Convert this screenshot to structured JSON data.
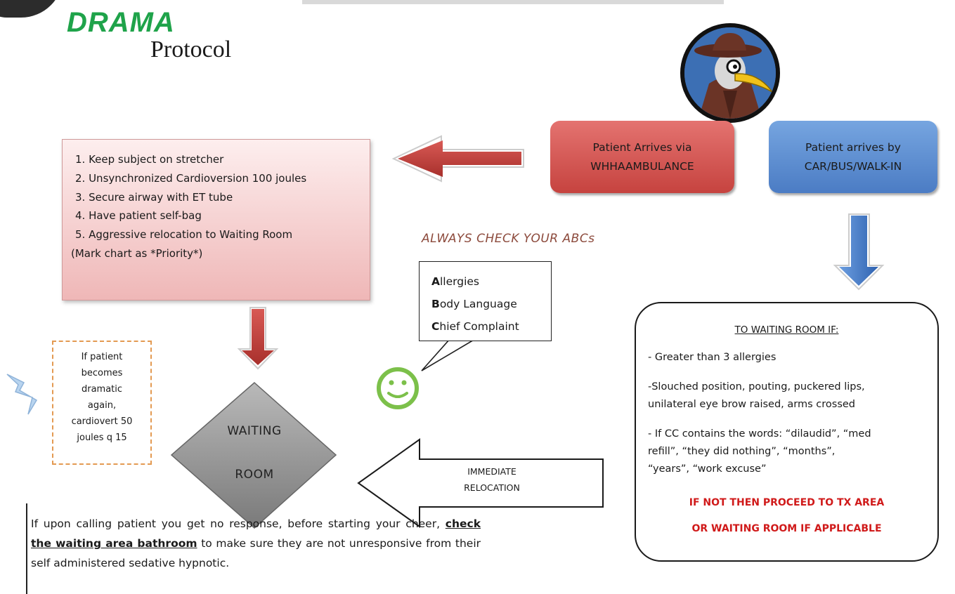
{
  "logo": {
    "word": "DRAMA",
    "subtitle": "Protocol"
  },
  "arrivals": {
    "ambulance": {
      "line1": "Patient Arrives via",
      "line2": "WHHAAMBULANCE"
    },
    "car": {
      "line1": "Patient arrives by",
      "line2": "CAR/BUS/WALK-IN"
    }
  },
  "steps": [
    "1.  Keep subject on stretcher",
    "2.  Unsynchronized Cardioversion 100 joules",
    "3.  Secure airway with ET tube",
    "4.  Have patient self-bag",
    "5.  Aggressive relocation to Waiting Room",
    "(Mark chart as *Priority*)"
  ],
  "abc": {
    "heading": "ALWAYS CHECK YOUR ABCs",
    "items": [
      {
        "initial": "A",
        "rest": "llergies"
      },
      {
        "initial": "B",
        "rest": "ody Language"
      },
      {
        "initial": "C",
        "rest": "hief Complaint"
      }
    ]
  },
  "dramatic_note": [
    "If patient",
    "becomes",
    "dramatic",
    "again,",
    "cardiovert 50",
    "joules q 15"
  ],
  "waiting_room": {
    "line1": "WAITING",
    "line2": "ROOM"
  },
  "relocation": {
    "line1": "IMMEDIATE",
    "line2": "RELOCATION"
  },
  "criteria": {
    "title": "TO WAITING ROOM IF:",
    "item1": "- Greater than 3 allergies",
    "item2_line1": "-Slouched position, pouting, puckered lips,",
    "item2_line2": "unilateral eye brow raised, arms crossed",
    "item3_line1": "- If CC contains the words:  “dilaudid”, “med",
    "item3_line2": "refill”, “they did nothing”, “months”,",
    "item3_line3": "“years”, “work excuse”",
    "red1": "IF NOT THEN PROCEED TO TX AREA",
    "red2": "OR WAITING ROOM IF APPLICABLE"
  },
  "bottom_note": {
    "before": "If upon calling patient you get no response, before starting your cheer, ",
    "emphasis": "check the waiting area bathroom",
    "after": " to make sure they are not unresponsive from their self administered sedative hypnotic."
  },
  "colors": {
    "green": "#1fa34a",
    "ambulance_red": "#c6433f",
    "car_blue": "#4b7cc4",
    "arrow_red": "#c0403c",
    "arrow_blue": "#3f78c8",
    "warning_red": "#d01a1a"
  }
}
